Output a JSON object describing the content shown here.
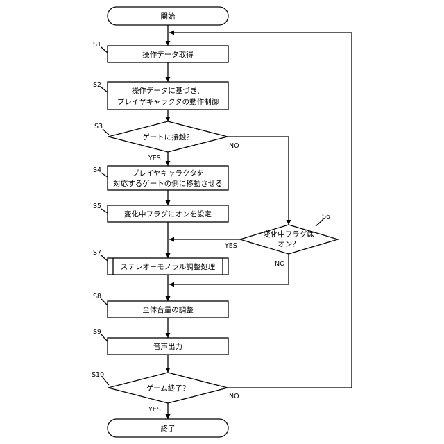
{
  "nodes": {
    "start": {
      "text": "開始"
    },
    "s1": {
      "step": "S1",
      "text": "操作データ取得"
    },
    "s2": {
      "step": "S2",
      "line1": "操作データに基づき、",
      "line2": "プレイヤキャラクタの動作制御"
    },
    "s3": {
      "step": "S3",
      "text": "ゲートに接触？",
      "yes": "YES",
      "no": "NO"
    },
    "s4": {
      "step": "S4",
      "line1": "プレイヤキャラクタを",
      "line2": "対応するゲートの側に移動させる"
    },
    "s5": {
      "step": "S5",
      "text": "変化中フラグにオンを設定"
    },
    "s6": {
      "step": "S6",
      "line1": "変化中フラグは",
      "line2": "オン？",
      "yes": "YES",
      "no": "NO"
    },
    "s7": {
      "step": "S7",
      "text": "ステレオ－モノラル調整処理"
    },
    "s8": {
      "step": "S8",
      "text": "全体音量の調整"
    },
    "s9": {
      "step": "S9",
      "text": "音声出力"
    },
    "s10": {
      "step": "S10",
      "text": "ゲーム終了？",
      "yes": "YES",
      "no": "NO"
    },
    "end": {
      "text": "終了"
    }
  }
}
